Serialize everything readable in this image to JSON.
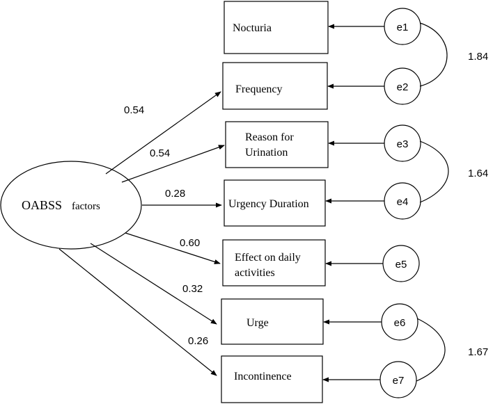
{
  "latent": {
    "label_main": "OABSS",
    "label_sub": "factors"
  },
  "indicators": [
    {
      "id": "nocturia",
      "lines": [
        "Nocturia"
      ]
    },
    {
      "id": "frequency",
      "lines": [
        "Frequency"
      ]
    },
    {
      "id": "reason",
      "lines": [
        "Reason for",
        "Urination"
      ]
    },
    {
      "id": "urgency",
      "lines": [
        "Urgency Duration"
      ]
    },
    {
      "id": "effect",
      "lines": [
        "Effect on daily",
        "activities"
      ]
    },
    {
      "id": "urge",
      "lines": [
        "Urge"
      ]
    },
    {
      "id": "incontinence",
      "lines": [
        "Incontinence"
      ]
    }
  ],
  "loadings": [
    {
      "to": "frequency",
      "value": "0.54"
    },
    {
      "to": "reason",
      "value": "0.54"
    },
    {
      "to": "urgency",
      "value": "0.28"
    },
    {
      "to": "effect",
      "value": "0.60"
    },
    {
      "to": "urge",
      "value": "0.32"
    },
    {
      "to": "incontinence",
      "value": "0.26"
    }
  ],
  "errors": [
    {
      "label": "e1",
      "to": "nocturia"
    },
    {
      "label": "e2",
      "to": "frequency"
    },
    {
      "label": "e3",
      "to": "reason"
    },
    {
      "label": "e4",
      "to": "urgency"
    },
    {
      "label": "e5",
      "to": "effect"
    },
    {
      "label": "e6",
      "to": "urge"
    },
    {
      "label": "e7",
      "to": "incontinence"
    }
  ],
  "covariances": [
    {
      "between": [
        "e1",
        "e2"
      ],
      "value": "1.84"
    },
    {
      "between": [
        "e3",
        "e4"
      ],
      "value": "1.64"
    },
    {
      "between": [
        "e6",
        "e7"
      ],
      "value": "1.67"
    }
  ]
}
